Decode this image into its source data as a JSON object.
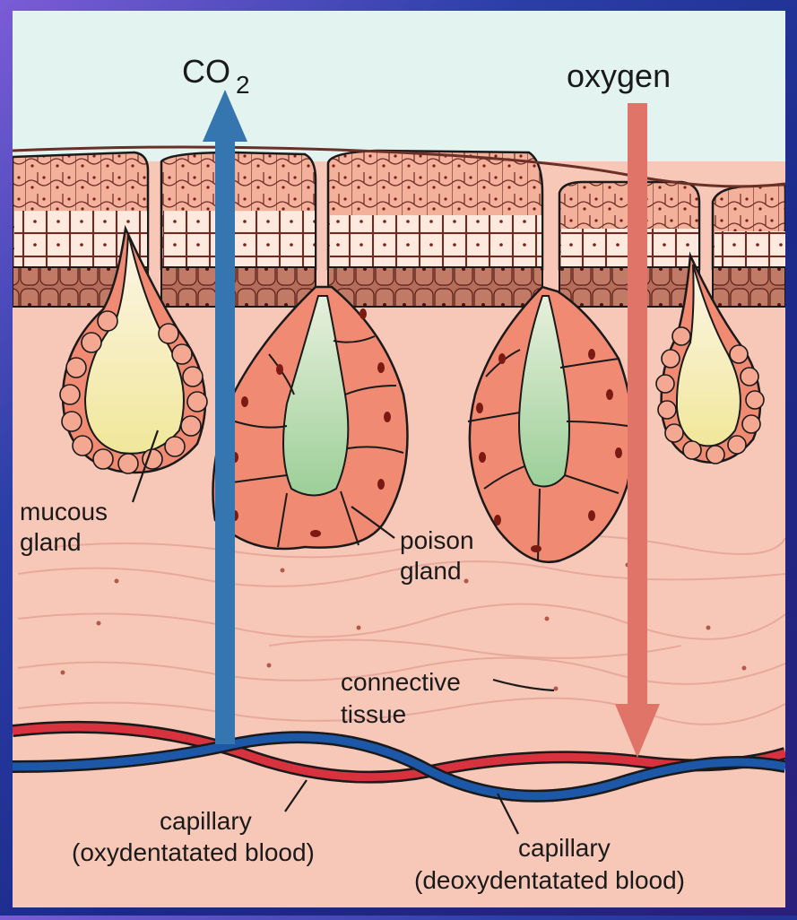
{
  "diagram": {
    "labels": {
      "co2_main": "CO",
      "co2_sub": "2",
      "oxygen": "oxygen",
      "mucous_line1": "mucous",
      "mucous_line2": "gland",
      "poison_line1": "poison",
      "poison_line2": "gland",
      "connective_line1": "connective",
      "connective_line2": "tissue",
      "cap_oxy_line1": "capillary",
      "cap_oxy_line2": "(oxydentatated blood)",
      "cap_deoxy_line1": "capillary",
      "cap_deoxy_line2": "(deoxydentatated blood)"
    },
    "colors": {
      "sky": "#e3f3ef",
      "dermis": "#f7c7b8",
      "epidermis_cell": "#f1a58f",
      "epidermis_light": "#fde7db",
      "basal_layer": "#b06a58",
      "gland_cell": "#f08a73",
      "mucus": "#f4ecb0",
      "poison_lumen": "#a8d0a0",
      "co2_arrow": "#3576b0",
      "oxygen_arrow": "#e07468",
      "oxy_capillary": "#d8323f",
      "deoxy_capillary": "#1d58a8"
    }
  }
}
